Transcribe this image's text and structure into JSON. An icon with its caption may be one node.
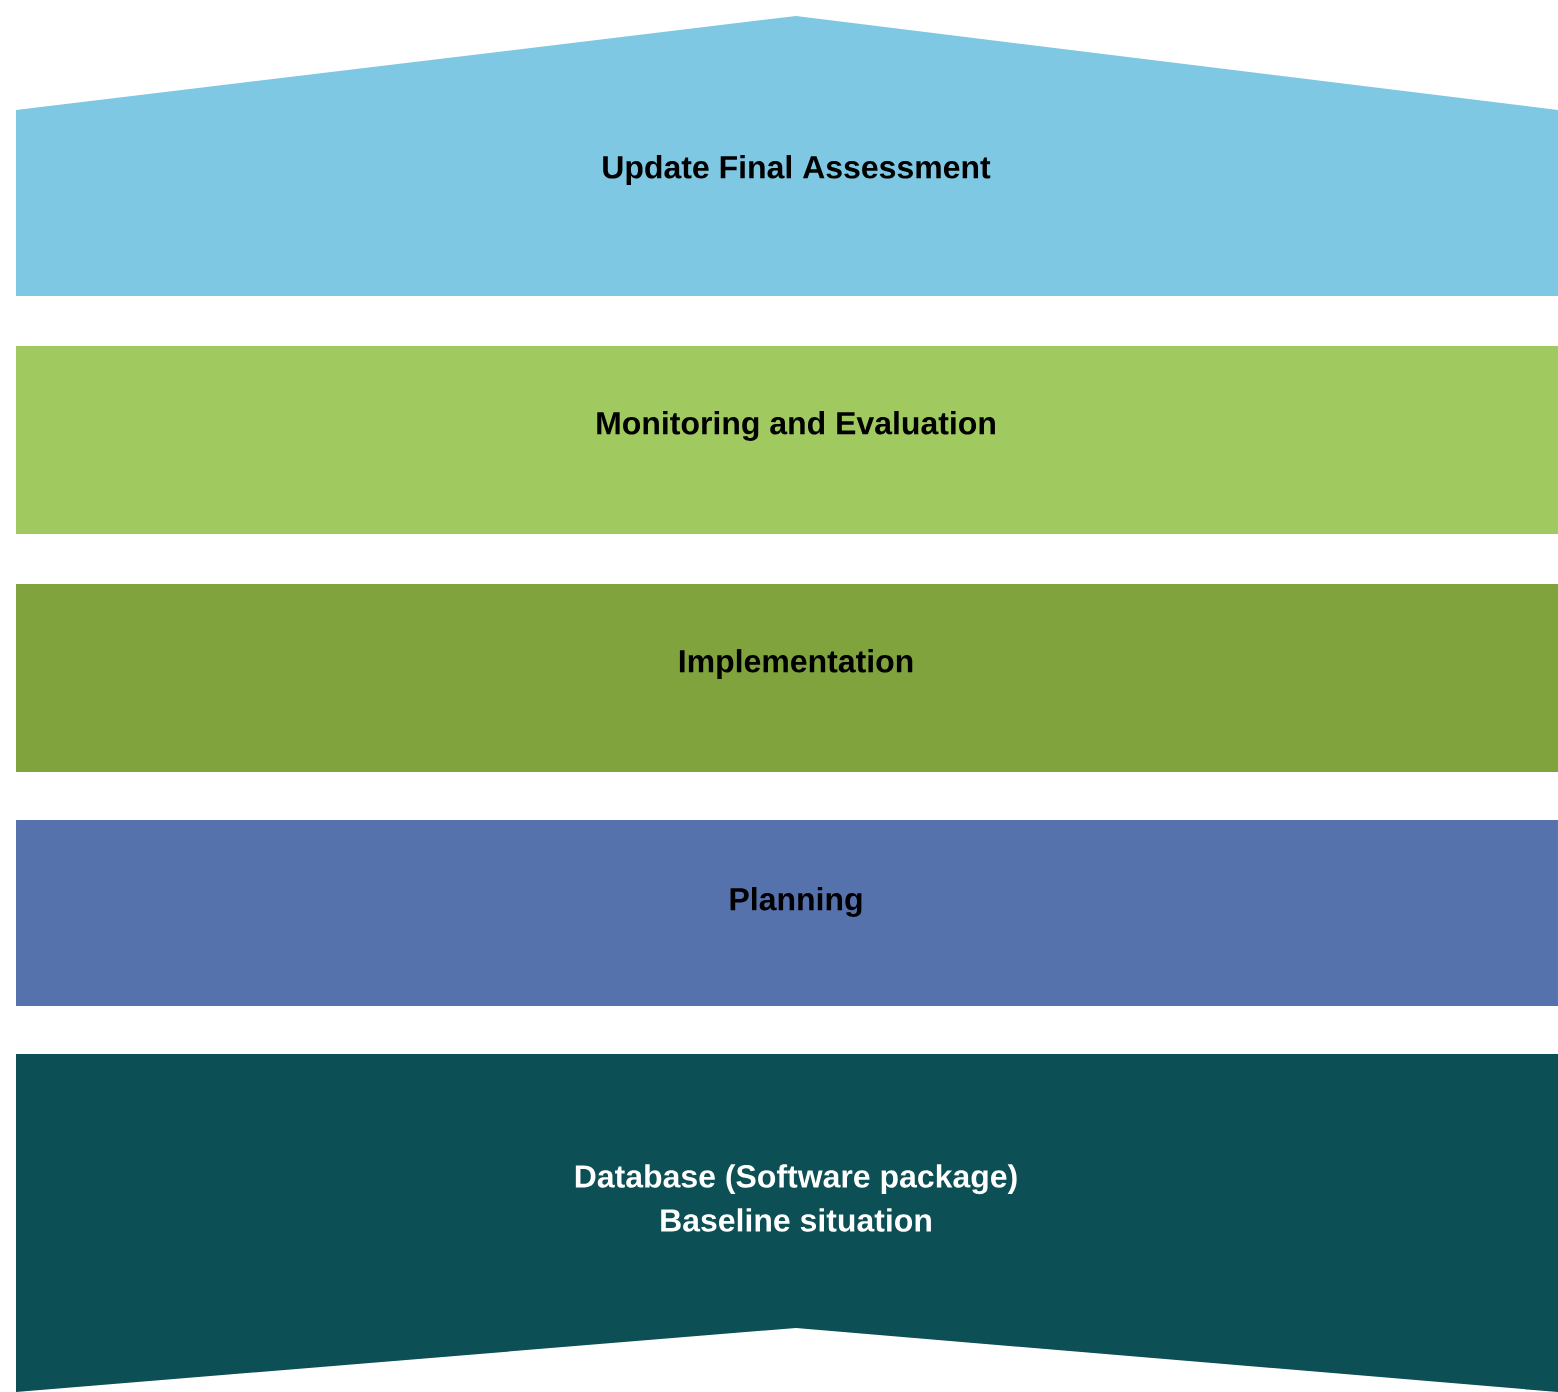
{
  "diagram": {
    "nodes": [
      {
        "text": [
          "Update Final Assessment"
        ]
      },
      {
        "text": [
          "Monitoring and Evaluation"
        ]
      },
      {
        "text": [
          "Implementation"
        ]
      },
      {
        "text": [
          "Planning"
        ]
      },
      {
        "text": [
          "Database (Software package)",
          "Baseline situation"
        ]
      }
    ]
  }
}
